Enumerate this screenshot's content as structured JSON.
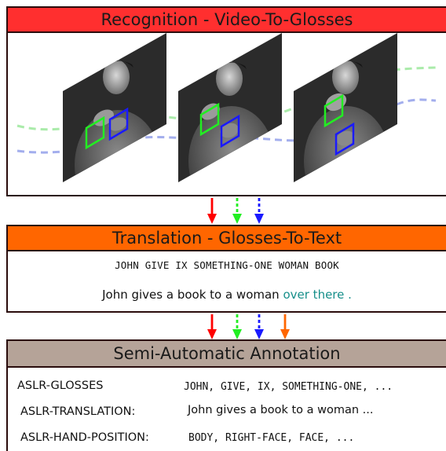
{
  "recognition": {
    "title": "Recognition - Video-To-Glosses",
    "color": "#ff2f2f"
  },
  "translation": {
    "title": "Translation - Glosses-To-Text",
    "color": "#ff6600",
    "glosses": "JOHN GIVE IX SOMETHING-ONE WOMAN BOOK",
    "text_main": "John gives a book to a woman",
    "text_highlight": "over there ."
  },
  "annotation": {
    "title": "Semi-Automatic Annotation",
    "color": "#b5a398",
    "rows": [
      {
        "label": "ASLR-GLOSSES",
        "value": "JOHN, GIVE, IX, SOMETHING-ONE, ..."
      },
      {
        "label": "ASLR-TRANSLATION:",
        "value": "John gives a book to a woman ..."
      },
      {
        "label": "ASLR-HAND-POSITION:",
        "value": "BODY, RIGHT-FACE, FACE, ..."
      }
    ]
  },
  "arrows": {
    "red": "#ff0000",
    "green": "#22ee22",
    "blue": "#1a1aff",
    "orange": "#ff6600"
  }
}
